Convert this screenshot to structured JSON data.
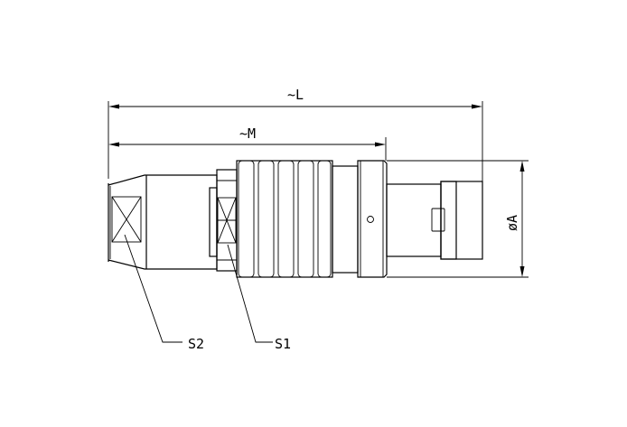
{
  "dimensions": {
    "length_label": "~L",
    "mid_label": "~M",
    "diameter_label": "øA"
  },
  "callouts": {
    "s2_label": "S2",
    "s1_label": "S1"
  }
}
